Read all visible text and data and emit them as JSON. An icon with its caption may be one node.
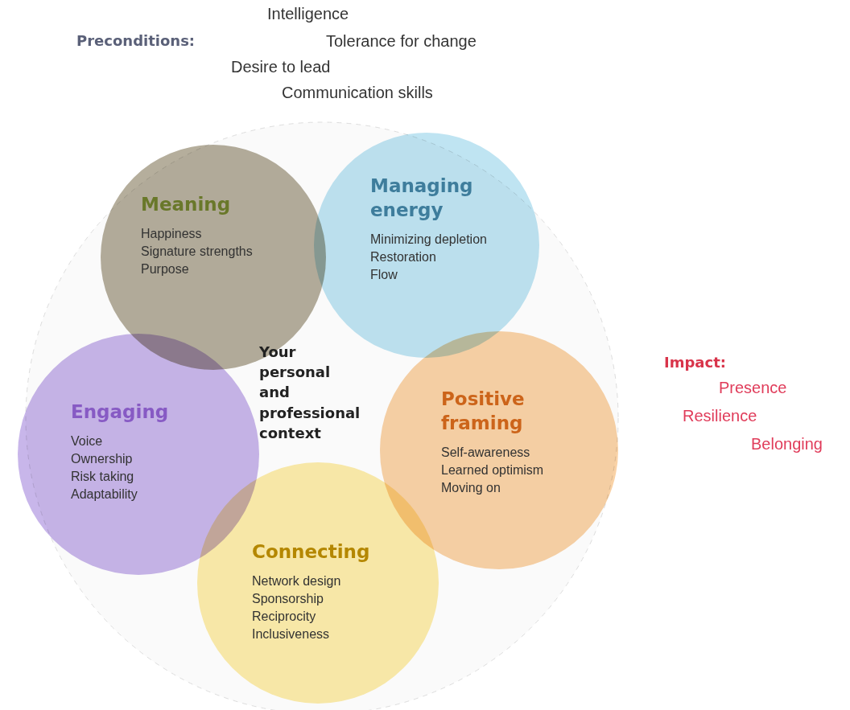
{
  "diagram": {
    "nodes": [
      {
        "text": [
          "Meaning",
          "Happiness",
          "Signature strengths",
          "Purpose"
        ]
      },
      {
        "text": [
          "Managing energy",
          "Minimizing depletion",
          "Restoration",
          "Flow"
        ]
      },
      {
        "text": [
          "Engaging",
          "Voice",
          "Ownership",
          "Risk taking",
          "Adaptability"
        ]
      },
      {
        "text": [
          "Positive framing",
          "Self-awareness",
          "Learned optimism",
          "Moving on"
        ]
      },
      {
        "text": [
          "Connecting",
          "Network design",
          "Sponsorship",
          "Reciprocity",
          "Inclusiveness"
        ]
      }
    ],
    "edges": [],
    "labels": [
      "Intelligence",
      "Preconditions:",
      "Tolerance for change",
      "Desire to lead",
      "Communication skills",
      "Your personal and professional context",
      "Impact:",
      "Presence",
      "Resilience",
      "Belonging"
    ]
  }
}
